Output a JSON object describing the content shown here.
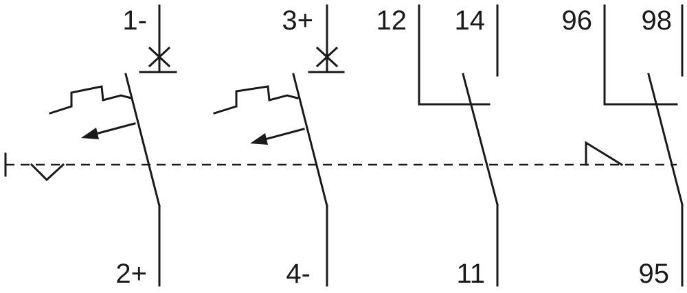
{
  "diagram": {
    "terminals": {
      "t1": "1-",
      "t2": "2+",
      "t3": "3+",
      "t4": "4-",
      "t11": "11",
      "t12": "12",
      "t14": "14",
      "t95": "95",
      "t96": "96",
      "t98": "98"
    },
    "colors": {
      "stroke": "#1a1a1a",
      "background": "#ffffff"
    }
  }
}
